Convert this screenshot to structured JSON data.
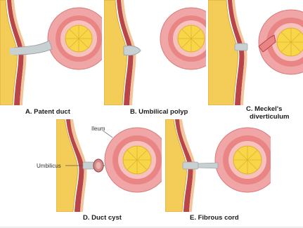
{
  "figure": {
    "panels": [
      {
        "id": "A",
        "caption": "A. Patent duct"
      },
      {
        "id": "B",
        "caption": "B. Umbilical polyp"
      },
      {
        "id": "C",
        "caption_line1": "C. Meckel's",
        "caption_line2": "diverticulum"
      },
      {
        "id": "D",
        "caption": "D. Duct cyst"
      },
      {
        "id": "E",
        "caption": "E. Fibrous cord"
      }
    ],
    "labels": {
      "ileum": "Ileum",
      "umbilicus": "Umbilicus"
    }
  },
  "colors": {
    "fat": "#f3cd57",
    "fat_dark": "#d9a93a",
    "muscle": "#b7454a",
    "muscle_dark": "#8e2e33",
    "skin": "#f2c59c",
    "gut_outer": "#f0a6a6",
    "gut_mid": "#e98585",
    "gut_ring": "#f7c1bd",
    "lumen": "#f7d64a",
    "lumen_line": "#e3b12c",
    "duct": "#c9d0d2",
    "duct_dark": "#9da7aa"
  }
}
